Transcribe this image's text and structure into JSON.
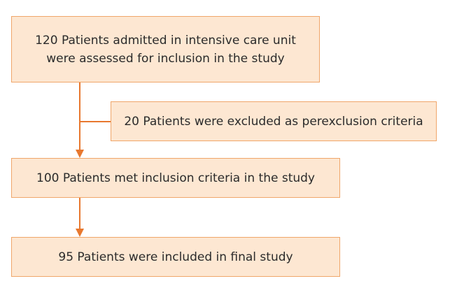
{
  "flowchart": {
    "accent_color": "#e8782f",
    "box_fill_color": "#fde7d2",
    "box_border_color": "#f0a66a",
    "screened": {
      "line1": "120 Patients admitted in intensive care unit",
      "line2": "were assessed for inclusion in the study"
    },
    "excluded": {
      "text": "20 Patients were excluded as perexclusion criteria"
    },
    "eligible": {
      "text": "100 Patients met inclusion criteria in the study"
    },
    "final": {
      "text": "95 Patients were included in final study"
    }
  }
}
